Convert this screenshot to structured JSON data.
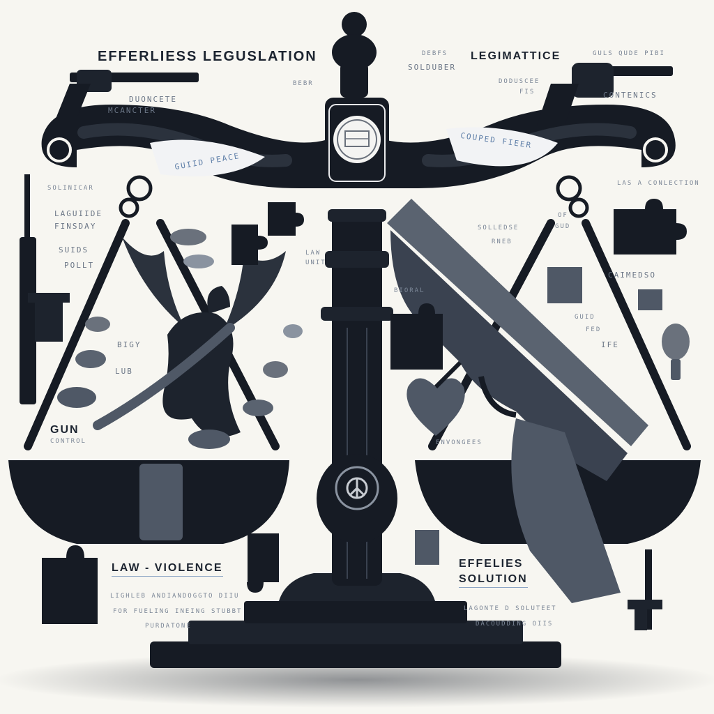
{
  "colors": {
    "background": "#f7f6f1",
    "ink": "#161b24",
    "gray": "#4f5866",
    "light_gray": "#8a93a0",
    "accent_blue": "#6d8db5"
  },
  "labels": {
    "title_left": "EFFERLIESS LEGUSLATION",
    "title_right": "LEGIMATTICE",
    "left_top_1": "DUONCETE",
    "left_top_2": "MCANCTER",
    "left_top_3": "BEBR",
    "left_side_1": "SOLINICAR",
    "left_side_2": "LAGUIIDE",
    "left_side_3": "FINSDAY",
    "left_side_4": "SUIDS",
    "left_side_5": "POLLT",
    "right_top_1": "DEBFS",
    "right_top_2": "SOLDUBER",
    "right_top_3": "DODUSCEE",
    "right_top_4": "FIS",
    "right_top_5": "GULS QUDE PIBI",
    "right_top_6": "CONTENICS",
    "right_side_1": "LAS A CONLECTION",
    "beam_left": "GUIID PEACE",
    "beam_right": "COUPED FIEER",
    "center_1": "LAW",
    "center_2": "UNIT",
    "center_3": "BIORAL",
    "left_pan_1": "BIGY",
    "left_pan_2": "LUB",
    "gun_control_1": "GUN",
    "gun_control_2": "CONTROL",
    "right_mid_1": "SOLLEDSE",
    "right_mid_2": "RNEB",
    "right_mid_3": "OF",
    "right_mid_4": "GUD",
    "right_mid_5": "CAIMEDSO",
    "right_mid_6": "GUID",
    "right_mid_7": "FED",
    "right_mid_8": "IFE",
    "right_pan_label": "ENVONGEES",
    "law_violence": "LAW - VIOLENCE",
    "bottom_left_1": "LIGHLEB ANDIANDOGGTO DIIU",
    "bottom_left_2": "FOR FUELING INEING STUBBT",
    "bottom_left_3": "PURDATONE",
    "effective_1": "EFFELIES",
    "effective_2": "SOLUTION",
    "bottom_right_1": "LAGONTE D SOLUTEET",
    "bottom_right_2": "DACOUDDING OIIS"
  }
}
